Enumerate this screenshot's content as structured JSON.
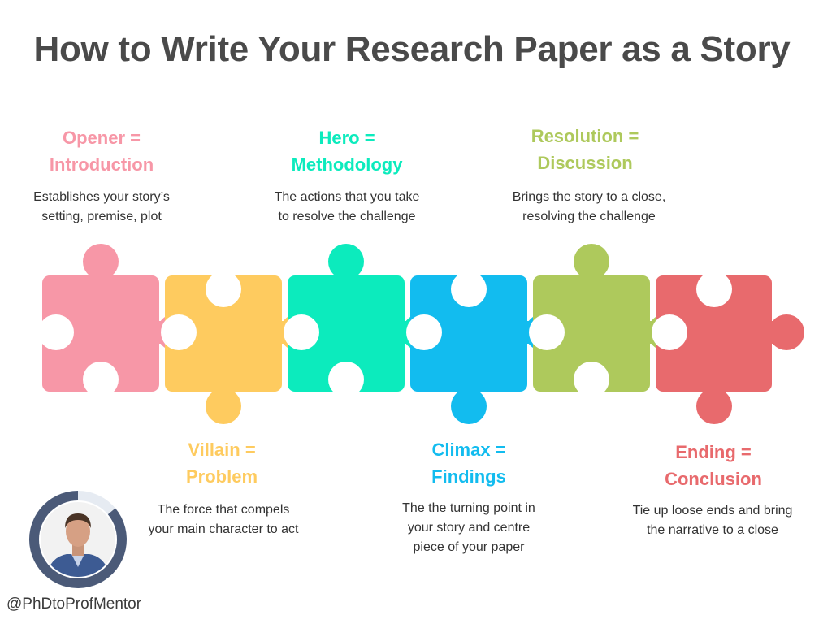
{
  "title": "How to Write Your Research Paper as a Story",
  "pieces": [
    {
      "heading_1": "Opener =",
      "heading_2": "Introduction",
      "desc_1": "Establishes your story’s",
      "desc_2": "setting, premise, plot",
      "desc_3": "",
      "color": "#f797a7"
    },
    {
      "heading_1": "Villain =",
      "heading_2": "Problem",
      "desc_1": "The force that compels",
      "desc_2": "your main character to act",
      "desc_3": "",
      "color": "#fecb5f"
    },
    {
      "heading_1": "Hero =",
      "heading_2": "Methodology",
      "desc_1": "The actions that you take",
      "desc_2": "to resolve the challenge",
      "desc_3": "",
      "color": "#0cebbd"
    },
    {
      "heading_1": "Climax =",
      "heading_2": "Findings",
      "desc_1": "The the turning point in",
      "desc_2": "your story and centre",
      "desc_3": "piece of your paper",
      "color": "#12bcef"
    },
    {
      "heading_1": "Resolution =",
      "heading_2": "Discussion",
      "desc_1": "Brings the story to a close,",
      "desc_2": "resolving the challenge",
      "desc_3": "",
      "color": "#aec95c"
    },
    {
      "heading_1": "Ending =",
      "heading_2": "Conclusion",
      "desc_1": "Tie up loose ends and bring",
      "desc_2": "the narrative to a close",
      "desc_3": "",
      "color": "#e86a6d"
    }
  ],
  "author": {
    "handle": "@PhDtoProfMentor",
    "avatar_icon": "person-photo-icon",
    "ring_color": "#4b5a78"
  }
}
